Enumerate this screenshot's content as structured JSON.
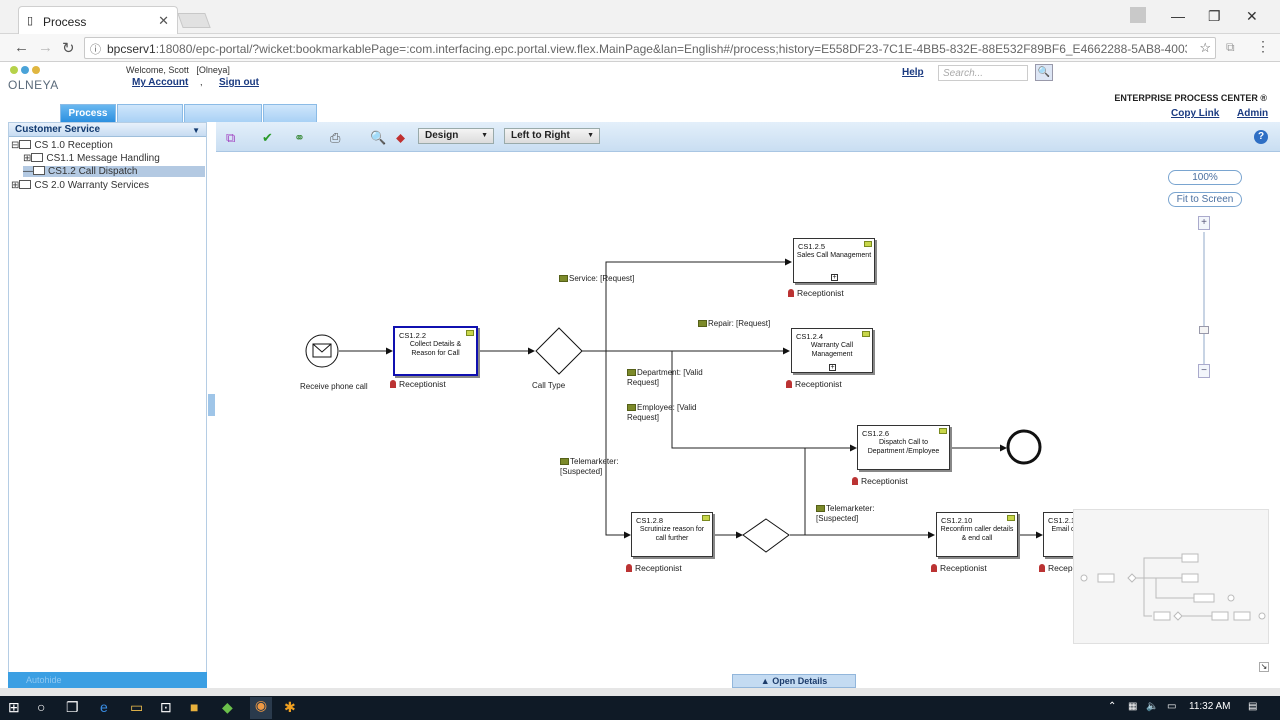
{
  "browser": {
    "tab_title": "Process",
    "url_host": "bpcserv1",
    "url_rest": ":18080/epc-portal/?wicket:bookmarkablePage=:com.interfacing.epc.portal.view.flex.MainPage&lan=English#/process;history=E558DF23-7C1E-4BB5-832E-88E532F89BF6_E4662288-5AB8-4003-8546-7558"
  },
  "header": {
    "logo_text": "OLNEYA",
    "welcome": "Welcome, Scott   [Olneya]",
    "my_account": "My Account",
    "sign_out": "Sign out",
    "help": "Help",
    "search_placeholder": "Search...",
    "product_title": "ENTERPRISE PROCESS CENTER ®",
    "copy_link": "Copy Link",
    "admin": "Admin"
  },
  "nav": {
    "active_tab": "Process"
  },
  "left_panel": {
    "title": "Customer Service",
    "items": [
      {
        "label": "CS 1.0 Reception"
      },
      {
        "label": "CS1.1 Message Handling"
      },
      {
        "label": "CS1.2 Call Dispatch"
      },
      {
        "label": "CS 2.0 Warranty Services"
      }
    ],
    "autohide": "Autohide"
  },
  "toolbar": {
    "mode": "Design",
    "direction": "Left to Right",
    "help": "?"
  },
  "zoom": {
    "level": "100%",
    "fit": "Fit to Screen"
  },
  "diagram": {
    "start_event": "Receive phone call",
    "gateway1": "Call Type",
    "tasks": [
      {
        "id": "CS1.2.2",
        "name": "Collect Details & Reason for Call",
        "role": "Receptionist"
      },
      {
        "id": "CS1.2.5",
        "name": "Sales Call Management",
        "role": "Receptionist"
      },
      {
        "id": "CS1.2.4",
        "name": "Warranty Call Management",
        "role": "Receptionist"
      },
      {
        "id": "CS1.2.6",
        "name": "Dispatch Call to Department /Employee",
        "role": "Receptionist"
      },
      {
        "id": "CS1.2.8",
        "name": "Scrutinize reason for call further",
        "role": "Receptionist"
      },
      {
        "id": "CS1.2.10",
        "name": "Reconfirm caller details & end call",
        "role": "Receptionist"
      },
      {
        "id": "CS1.2.1",
        "name": "Email c",
        "role": "Recep"
      }
    ],
    "flows": {
      "service": "Service: [Request]",
      "repair": "Repair: [Request]",
      "department": "Department: [Valid Request]",
      "employee": "Employee: [Valid Request]",
      "telemarketer1": "Telemarketer: [Suspected]",
      "telemarketer2": "Telemarketer: [Suspected]"
    }
  },
  "open_details": "▲ Open Details",
  "taskbar": {
    "time": "11:32 AM"
  }
}
